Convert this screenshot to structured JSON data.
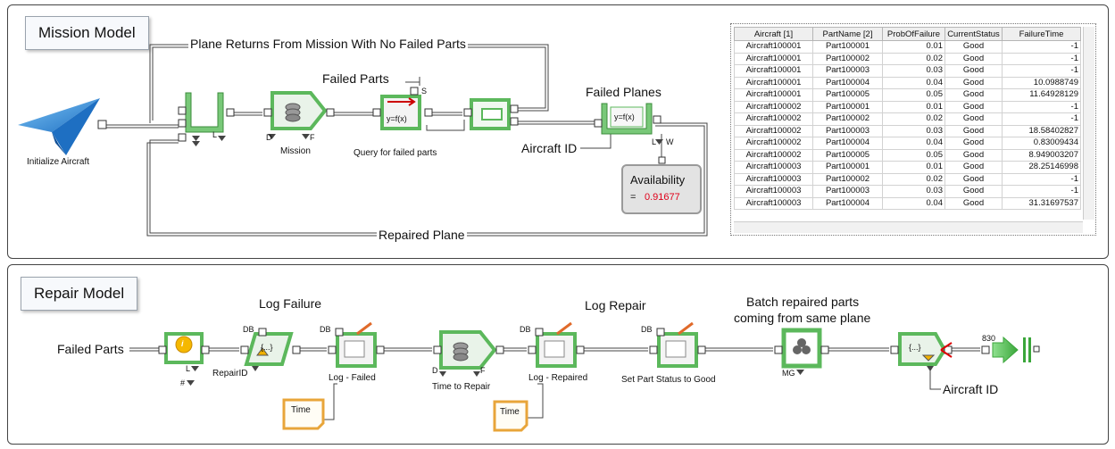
{
  "mission_model": {
    "title": "Mission Model",
    "labels": {
      "plane_returns": "Plane Returns From Mission With No Failed Parts",
      "failed_parts": "Failed Parts",
      "failed_planes": "Failed Planes",
      "aircraft_id": "Aircraft ID",
      "repaired_plane": "Repaired Plane",
      "initialize_aircraft": "Initialize Aircraft",
      "mission": "Mission",
      "query_failed_parts": "Query for failed parts"
    },
    "availability": {
      "label": "Availability",
      "eq": "=",
      "value": "0.91677"
    },
    "table": {
      "headers": [
        "Aircraft [1]",
        "PartName [2]",
        "ProbOfFailure",
        "CurrentStatus",
        "FailureTime"
      ],
      "rows": [
        [
          "Aircraft100001",
          "Part100001",
          "0.01",
          "Good",
          "-1"
        ],
        [
          "Aircraft100001",
          "Part100002",
          "0.02",
          "Good",
          "-1"
        ],
        [
          "Aircraft100001",
          "Part100003",
          "0.03",
          "Good",
          "-1"
        ],
        [
          "Aircraft100001",
          "Part100004",
          "0.04",
          "Good",
          "10.0988749"
        ],
        [
          "Aircraft100001",
          "Part100005",
          "0.05",
          "Good",
          "11.64928129"
        ],
        [
          "Aircraft100002",
          "Part100001",
          "0.01",
          "Good",
          "-1"
        ],
        [
          "Aircraft100002",
          "Part100002",
          "0.02",
          "Good",
          "-1"
        ],
        [
          "Aircraft100002",
          "Part100003",
          "0.03",
          "Good",
          "18.58402827"
        ],
        [
          "Aircraft100002",
          "Part100004",
          "0.04",
          "Good",
          "0.83009434"
        ],
        [
          "Aircraft100002",
          "Part100005",
          "0.05",
          "Good",
          "8.949003207"
        ],
        [
          "Aircraft100003",
          "Part100001",
          "0.01",
          "Good",
          "28.25146998"
        ],
        [
          "Aircraft100003",
          "Part100002",
          "0.02",
          "Good",
          "-1"
        ],
        [
          "Aircraft100003",
          "Part100003",
          "0.03",
          "Good",
          "-1"
        ],
        [
          "Aircraft100003",
          "Part100004",
          "0.04",
          "Good",
          "31.31697537"
        ]
      ]
    }
  },
  "repair_model": {
    "title": "Repair Model",
    "labels": {
      "failed_parts": "Failed Parts",
      "log_failure": "Log Failure",
      "log_repair": "Log Repair",
      "batch_line1": "Batch repaired parts",
      "batch_line2": "coming from same plane",
      "repair_id": "RepairID",
      "log_failed": "Log - Failed",
      "time_to_repair": "Time to Repair",
      "log_repaired": "Log - Repaired",
      "set_status": "Set Part Status to Good",
      "aircraft_id": "Aircraft ID",
      "time1": "Time",
      "time2": "Time",
      "count": "830"
    }
  },
  "block_text": {
    "yfx": "y=f(x)",
    "braces": "{...}",
    "db": "DB",
    "d": "D",
    "f": "F",
    "l": "L",
    "s": "S",
    "w": "W",
    "mg": "MG",
    "hash": "#",
    "info": "i"
  },
  "colors": {
    "block_green": "#5cb85c",
    "note_orange": "#e8a53a",
    "availability_value": "#e0001a",
    "plane_blue": "#2f8fdb"
  }
}
